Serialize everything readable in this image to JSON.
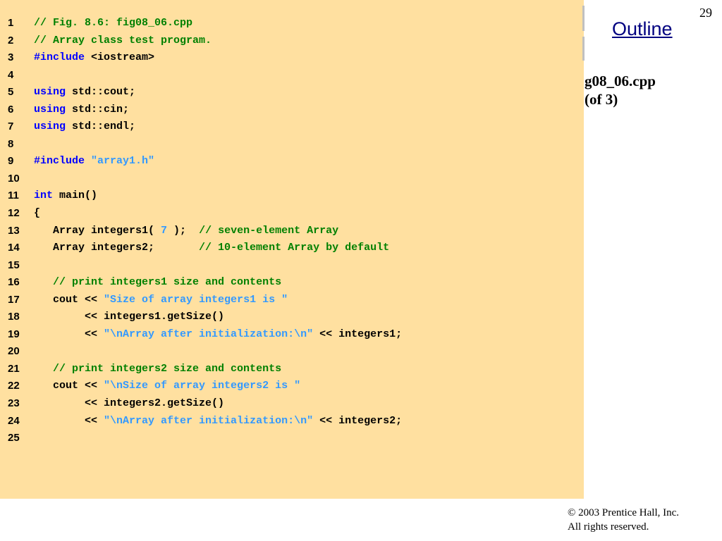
{
  "slide": {
    "page_number": "29",
    "outline_label": "Outline",
    "file_label_line1": "g08_06.cpp",
    "file_label_line2": "(of 3)",
    "copyright_line1": "© 2003 Prentice Hall, Inc.",
    "copyright_line2": "All rights reserved."
  },
  "colors": {
    "panel_background": "#ffe0a0",
    "comment": "#008000",
    "keyword": "#0000ff",
    "string": "#3399ff",
    "outline_link": "#000080"
  },
  "code_lines": [
    {
      "number": "1",
      "tokens": [
        {
          "t": "comment",
          "v": "// Fig. 8.6: fig08_06.cpp"
        }
      ]
    },
    {
      "number": "2",
      "tokens": [
        {
          "t": "comment",
          "v": "// Array class test program."
        }
      ]
    },
    {
      "number": "3",
      "tokens": [
        {
          "t": "keyword",
          "v": "#include"
        },
        {
          "t": "plain",
          "v": " <iostream>"
        }
      ]
    },
    {
      "number": "4",
      "tokens": []
    },
    {
      "number": "5",
      "tokens": [
        {
          "t": "keyword",
          "v": "using"
        },
        {
          "t": "plain",
          "v": " std::cout;"
        }
      ]
    },
    {
      "number": "6",
      "tokens": [
        {
          "t": "keyword",
          "v": "using"
        },
        {
          "t": "plain",
          "v": " std::cin;"
        }
      ]
    },
    {
      "number": "7",
      "tokens": [
        {
          "t": "keyword",
          "v": "using"
        },
        {
          "t": "plain",
          "v": " std::endl;"
        }
      ]
    },
    {
      "number": "8",
      "tokens": []
    },
    {
      "number": "9",
      "tokens": [
        {
          "t": "keyword",
          "v": "#include"
        },
        {
          "t": "plain",
          "v": " "
        },
        {
          "t": "string",
          "v": "\"array1.h\""
        }
      ]
    },
    {
      "number": "10",
      "tokens": []
    },
    {
      "number": "11",
      "tokens": [
        {
          "t": "keyword",
          "v": "int"
        },
        {
          "t": "plain",
          "v": " main()"
        }
      ]
    },
    {
      "number": "12",
      "tokens": [
        {
          "t": "plain",
          "v": "{"
        }
      ]
    },
    {
      "number": "13",
      "tokens": [
        {
          "t": "plain",
          "v": "   Array integers1( "
        },
        {
          "t": "number",
          "v": "7"
        },
        {
          "t": "plain",
          "v": " );  "
        },
        {
          "t": "comment",
          "v": "// seven-element Array"
        }
      ]
    },
    {
      "number": "14",
      "tokens": [
        {
          "t": "plain",
          "v": "   Array integers2;       "
        },
        {
          "t": "comment",
          "v": "// 10-element Array by default"
        }
      ]
    },
    {
      "number": "15",
      "tokens": []
    },
    {
      "number": "16",
      "tokens": [
        {
          "t": "plain",
          "v": "   "
        },
        {
          "t": "comment",
          "v": "// print integers1 size and contents"
        }
      ]
    },
    {
      "number": "17",
      "tokens": [
        {
          "t": "plain",
          "v": "   cout << "
        },
        {
          "t": "string",
          "v": "\"Size of array integers1 is \""
        }
      ]
    },
    {
      "number": "18",
      "tokens": [
        {
          "t": "plain",
          "v": "        << integers1.getSize()"
        }
      ]
    },
    {
      "number": "19",
      "tokens": [
        {
          "t": "plain",
          "v": "        << "
        },
        {
          "t": "string",
          "v": "\"\\nArray after initialization:\\n\""
        },
        {
          "t": "plain",
          "v": " << integers1;"
        }
      ]
    },
    {
      "number": "20",
      "tokens": []
    },
    {
      "number": "21",
      "tokens": [
        {
          "t": "plain",
          "v": "   "
        },
        {
          "t": "comment",
          "v": "// print integers2 size and contents"
        }
      ]
    },
    {
      "number": "22",
      "tokens": [
        {
          "t": "plain",
          "v": "   cout << "
        },
        {
          "t": "string",
          "v": "\"\\nSize of array integers2 is \""
        }
      ]
    },
    {
      "number": "23",
      "tokens": [
        {
          "t": "plain",
          "v": "        << integers2.getSize()"
        }
      ]
    },
    {
      "number": "24",
      "tokens": [
        {
          "t": "plain",
          "v": "        << "
        },
        {
          "t": "string",
          "v": "\"\\nArray after initialization:\\n\""
        },
        {
          "t": "plain",
          "v": " << integers2;"
        }
      ]
    },
    {
      "number": "25",
      "tokens": []
    }
  ]
}
